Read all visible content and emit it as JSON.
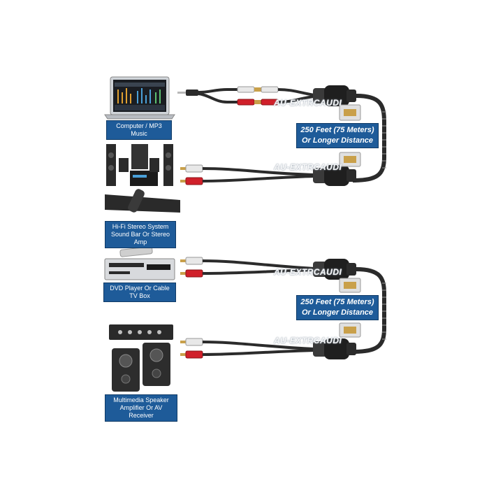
{
  "devices": {
    "computer": "Computer / MP3 Music",
    "hifi_line1": "Hi-Fi Stereo System",
    "hifi_line2": "Sound Bar Or Stereo Amp",
    "dvd": "DVD Player Or Cable TV Box",
    "speaker_line1": "Multimedia Speaker",
    "speaker_line2": "Amplifier Or AV Receiver"
  },
  "distance_labels": [
    {
      "line1": "250 Feet (75 Meters)",
      "line2": "Or Longer Distance"
    },
    {
      "line1": "250 Feet (75 Meters)",
      "line2": "Or Longer Distance"
    }
  ],
  "watermark": "AU-EXTRCAUDI",
  "colors": {
    "label_bg": "#1e5b99",
    "cable": "#2b2b2b",
    "rca_red": "#d0202a",
    "rca_white": "#e8e8e8",
    "gold": "#c9a04a"
  }
}
